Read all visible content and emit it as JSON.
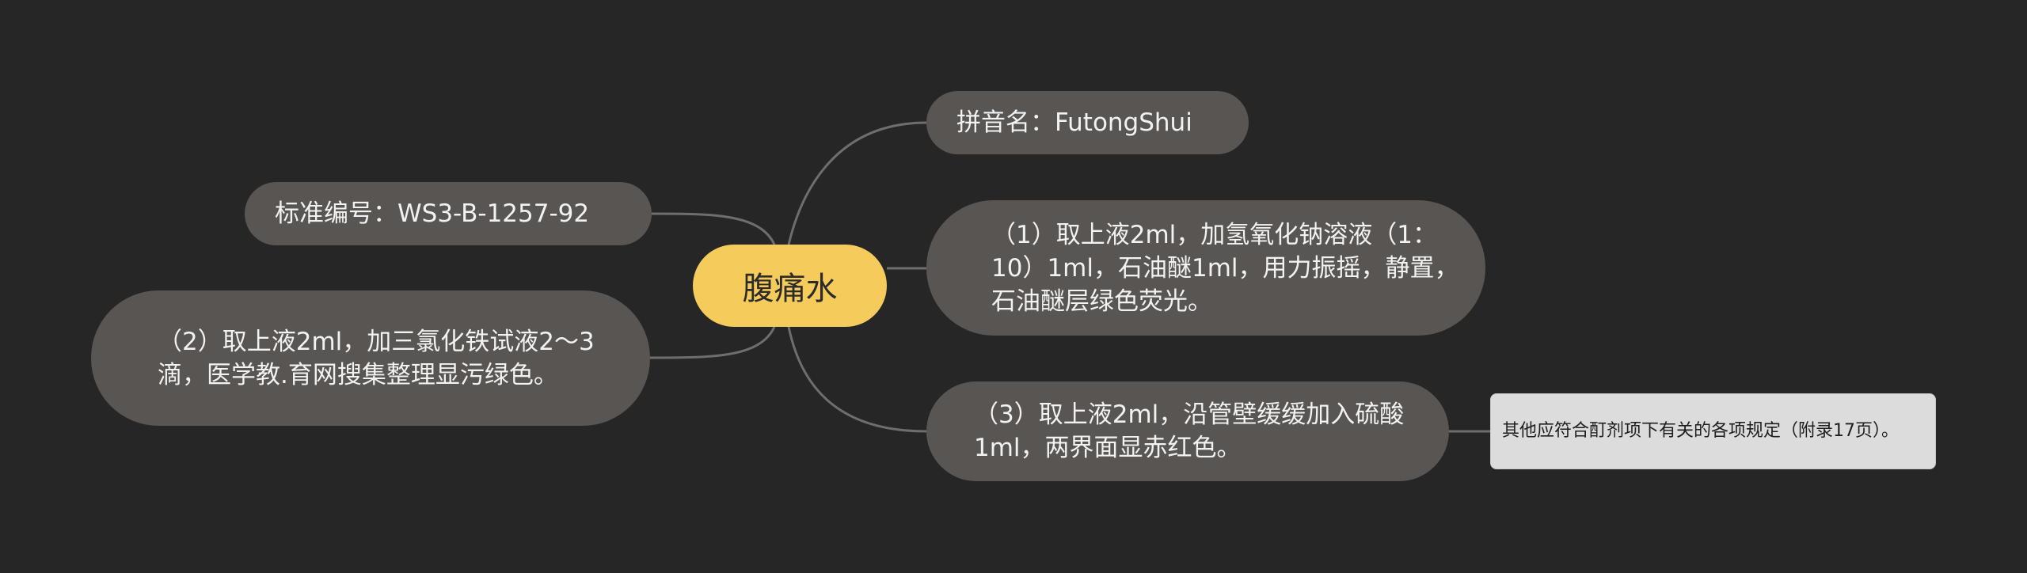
{
  "colors": {
    "background": "#262626",
    "root_fill": "#f5cb5c",
    "branch_fill": "#595552",
    "leaf_fill": "#dcdcdc",
    "connector": "#6e6e6e"
  },
  "mindmap": {
    "root": "腹痛水",
    "pinyin": "拼音名：FutongShui",
    "standard_no": "标准编号：WS3-B-1257-92",
    "test1": "（1）取上液2ml，加氢氧化钠溶液（1：10）1ml，石油醚1ml，用力振摇，静置，石油醚层绿色荧光。",
    "test2": "（2）取上液2ml，加三氯化铁试液2～3滴，医学教.育网搜集整理显污绿色。",
    "test3": "（3）取上液2ml，沿管壁缓缓加入硫酸1ml，两界面显赤红色。",
    "note": "其他应符合酊剂项下有关的各项规定（附录17页）。"
  }
}
